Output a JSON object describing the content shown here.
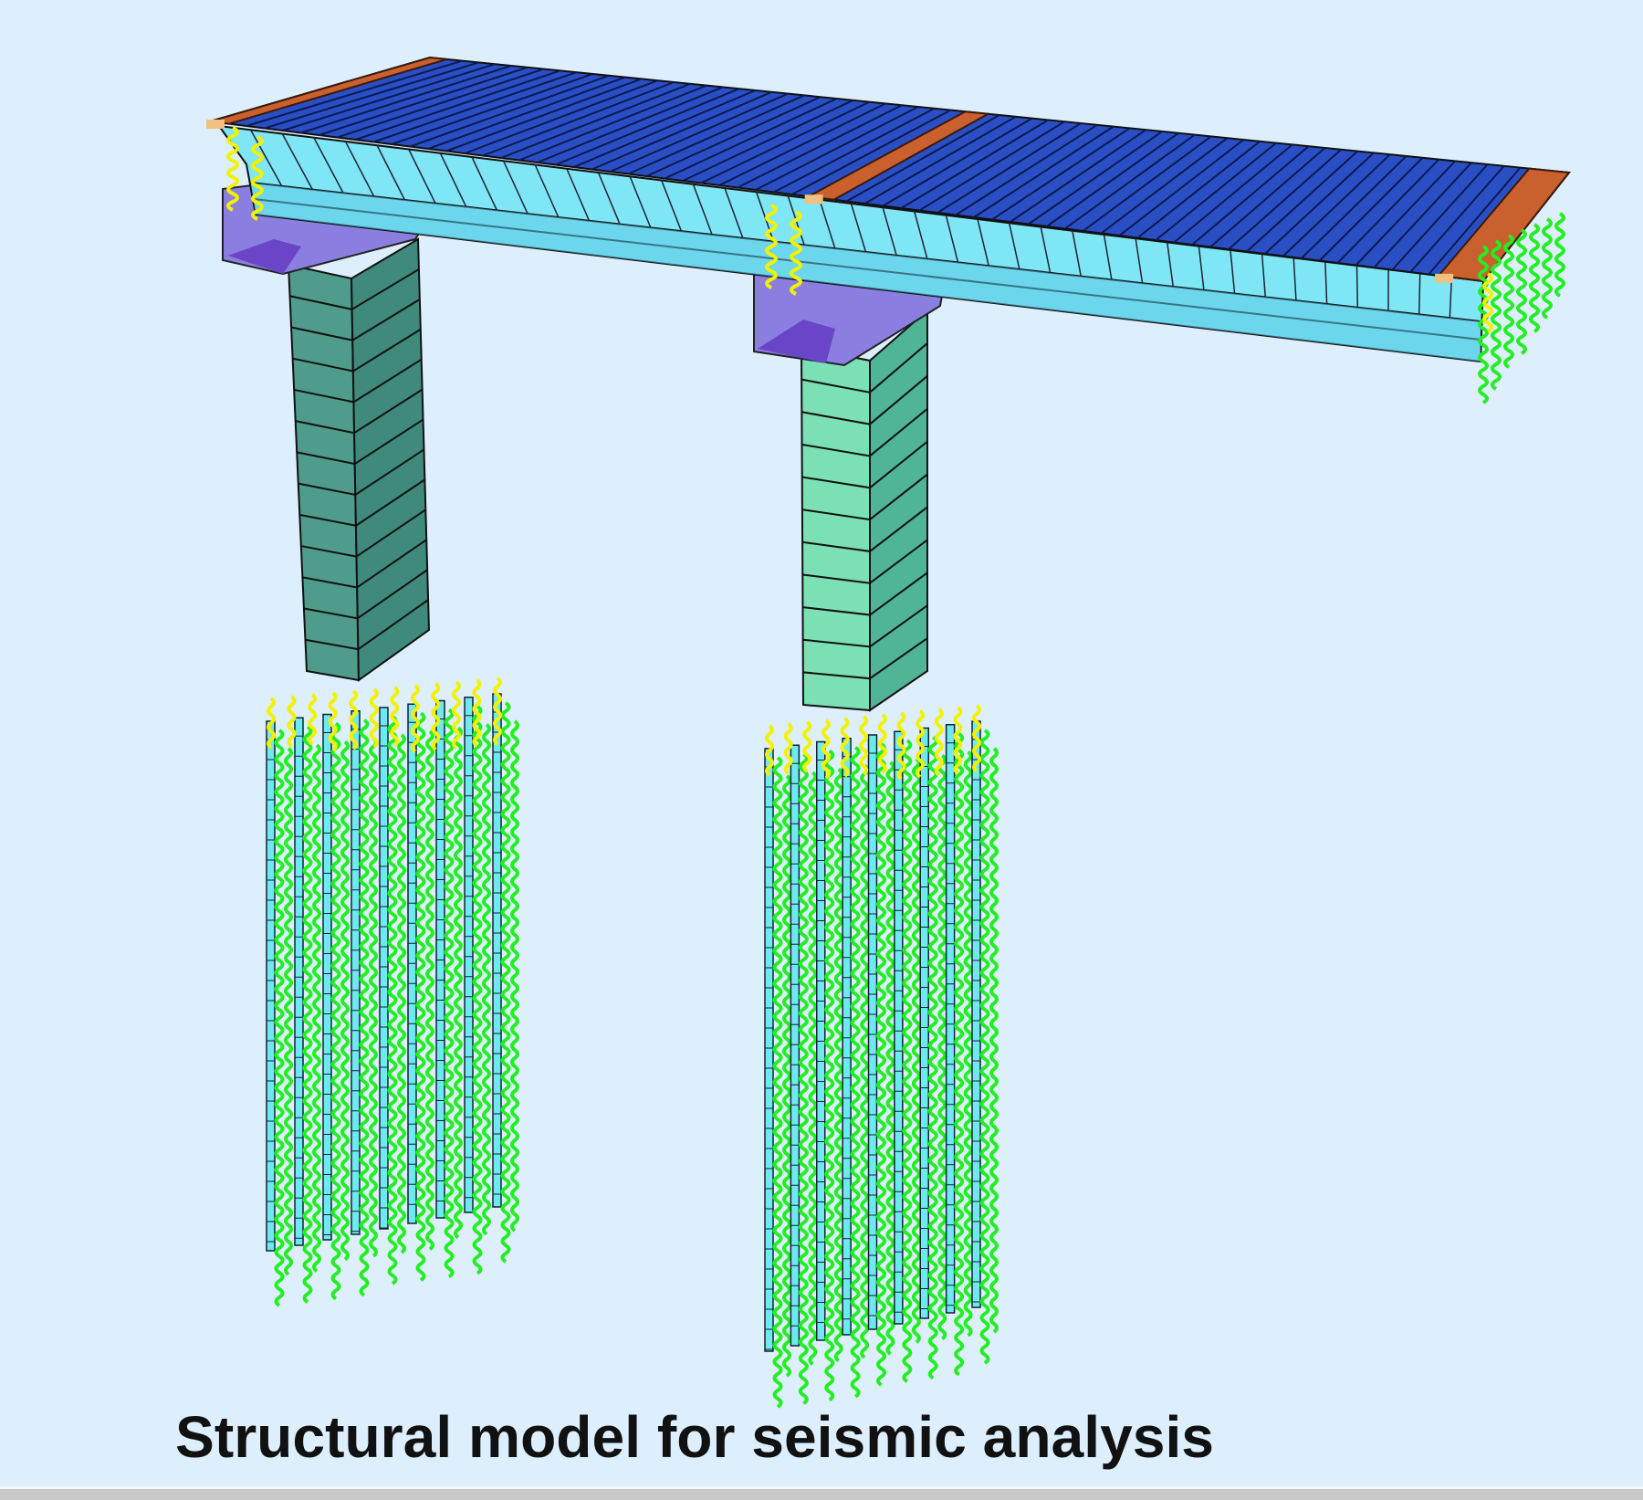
{
  "caption": "Structural model for seismic analysis",
  "colors": {
    "background": "#ddeefd",
    "deck_top": "#2a4fc4",
    "girder": "#7ee6f4",
    "girder_shade": "#5cc8e8",
    "diaphragm": "#c9602e",
    "pier_cap": "#8a7fe0",
    "left_column": "#4f9b8c",
    "right_column": "#7be0b4",
    "piles": "#6fe8f0",
    "soil_springs": "#22ee22",
    "bearing_links": "#f2f200"
  },
  "model": {
    "spans": 2,
    "piers": 2,
    "piles_per_group": 9
  }
}
